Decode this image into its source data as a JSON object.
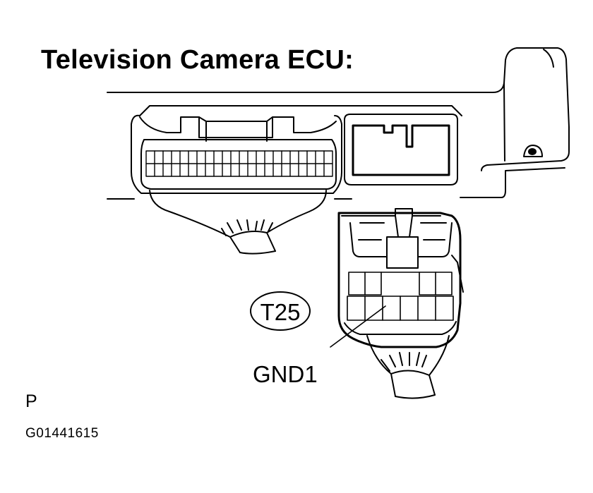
{
  "title": "Television Camera ECU:",
  "connector_code": "T25",
  "terminal_label": "GND1",
  "position_mark": "P",
  "figure_id": "G01441615"
}
